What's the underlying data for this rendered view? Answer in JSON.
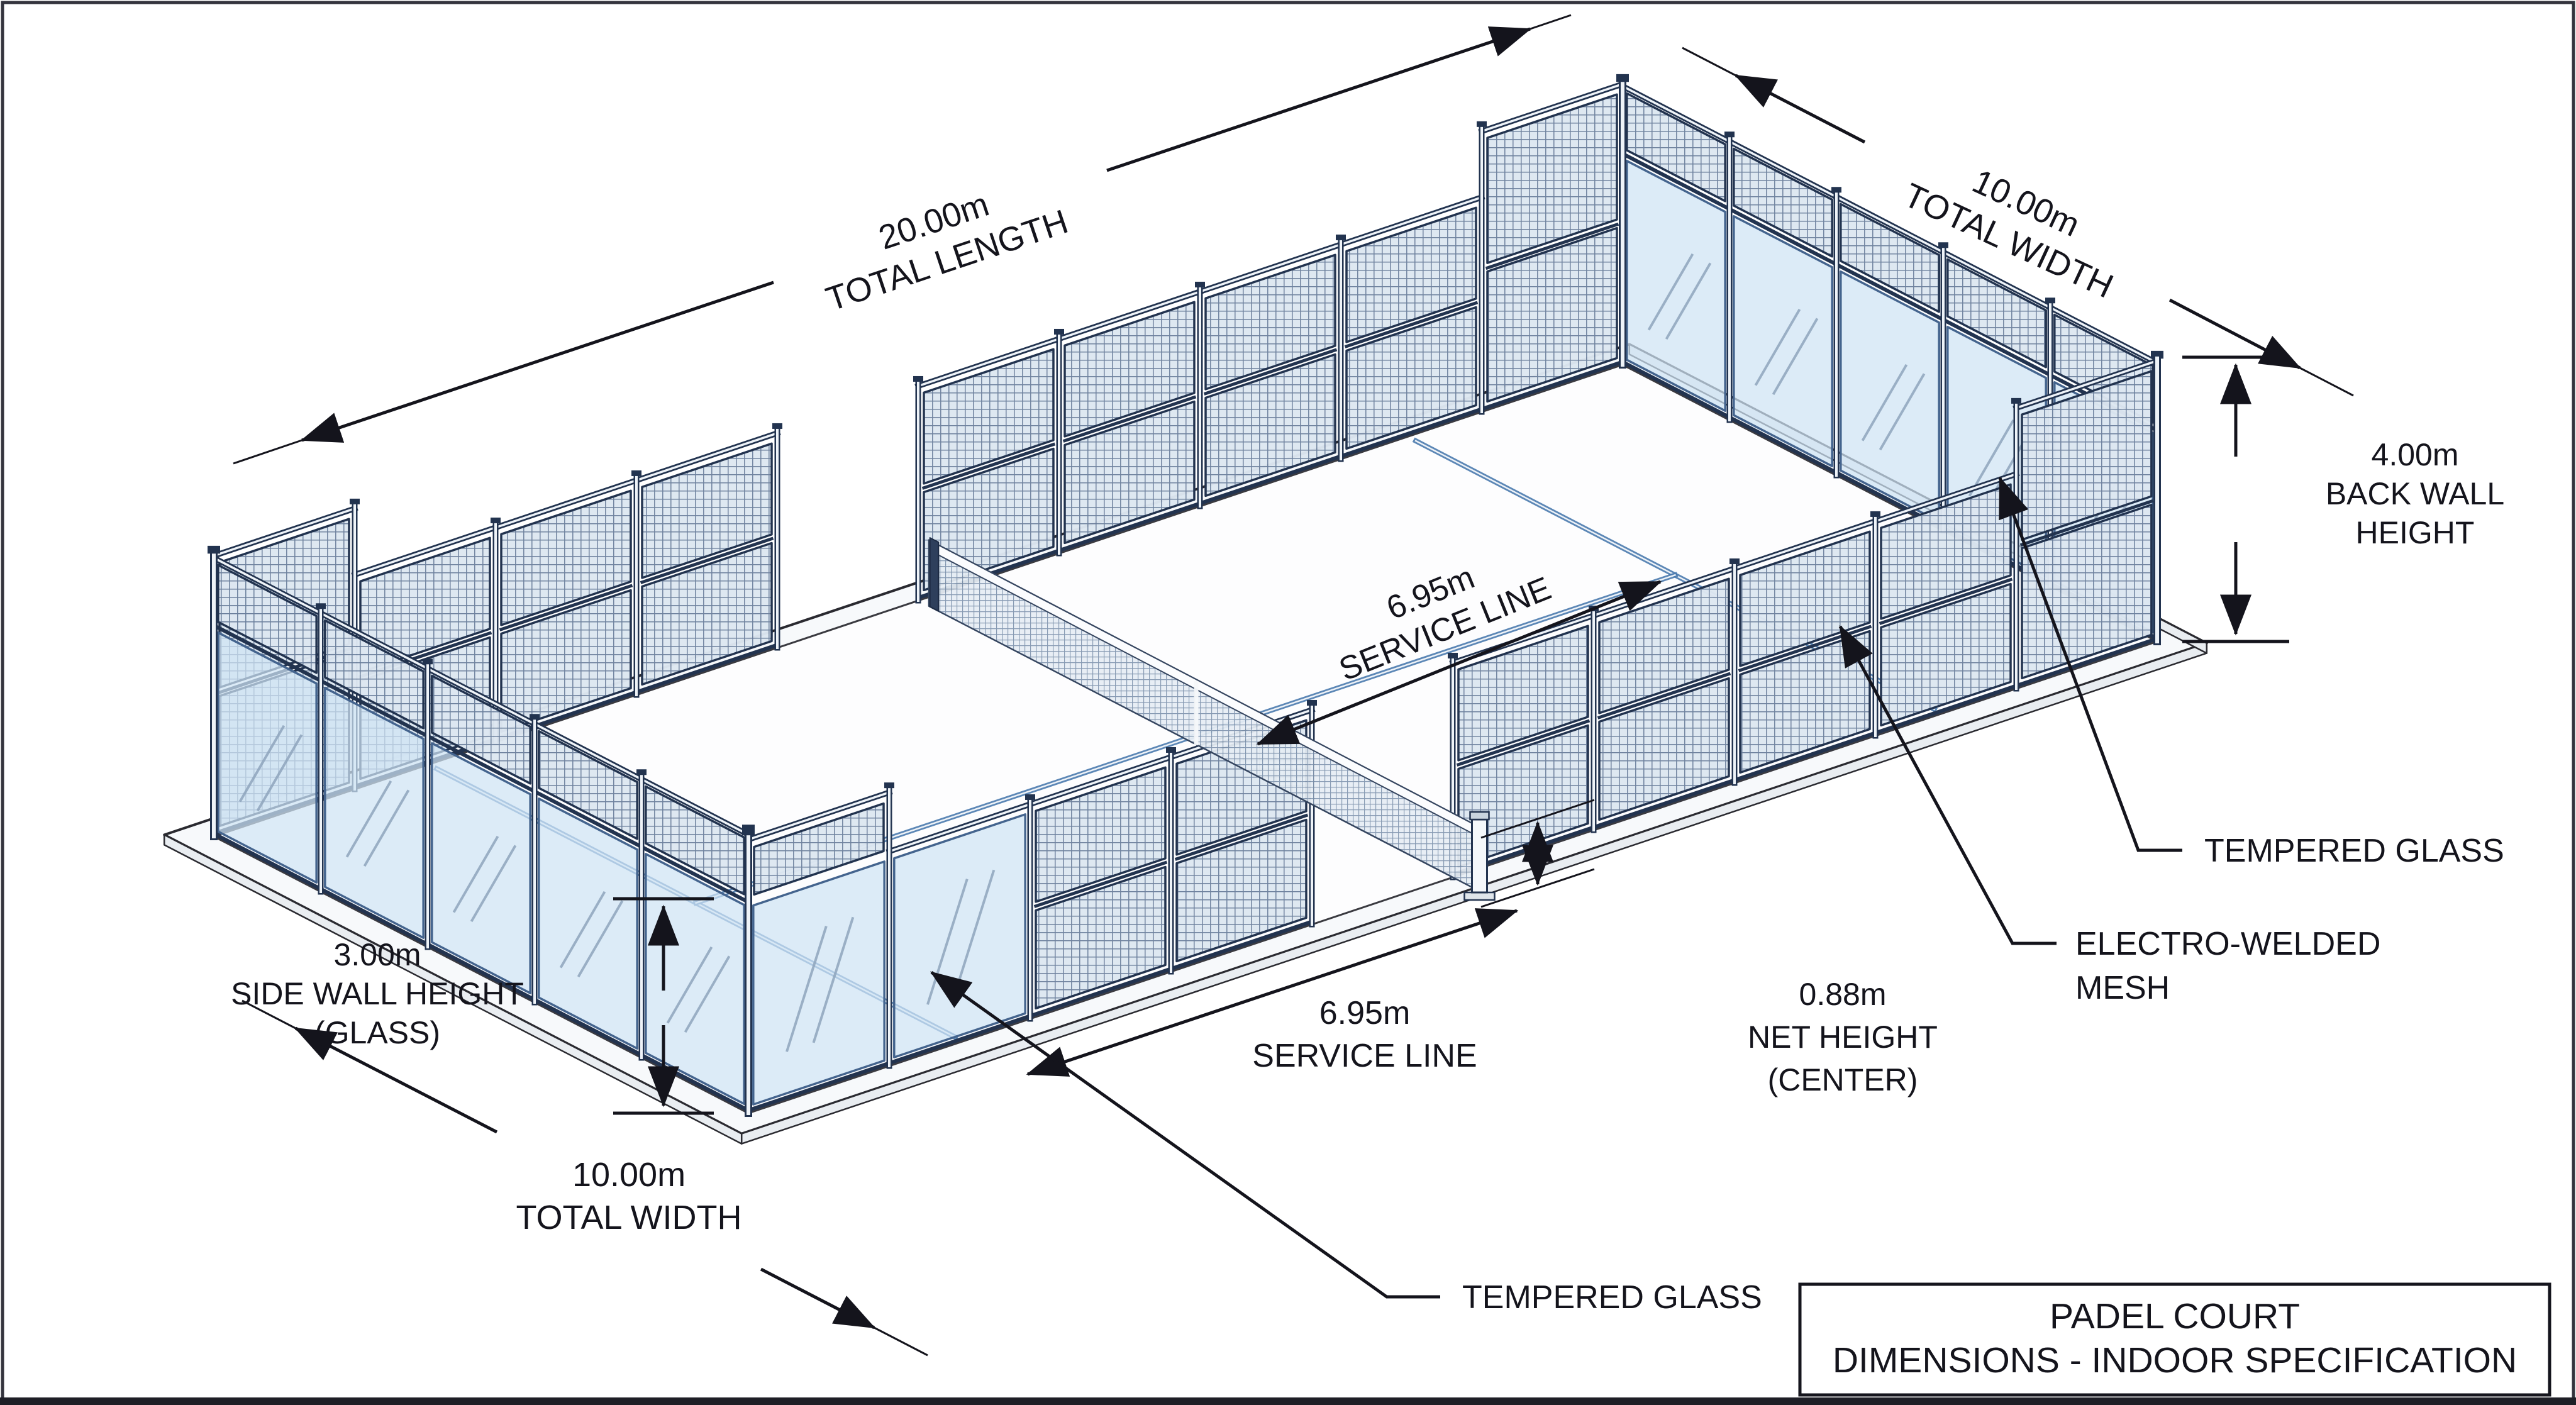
{
  "diagram": {
    "dims": {
      "total_length": {
        "value": "20.00m",
        "label": "TOTAL LENGTH"
      },
      "total_width_top": {
        "value": "10.00m",
        "label": "TOTAL WIDTH"
      },
      "total_width_bottom": {
        "value": "10.00m",
        "label": "TOTAL WIDTH"
      },
      "back_wall_height": {
        "value": "4.00m",
        "label1": "BACK WALL",
        "label2": "HEIGHT"
      },
      "side_wall_height": {
        "value": "3.00m",
        "label1": "SIDE WALL HEIGHT",
        "label2": "(GLASS)"
      },
      "service_line_court": {
        "value": "6.95m",
        "label": "SERVICE LINE"
      },
      "service_line_front": {
        "value": "6.95m",
        "label": "SERVICE LINE"
      },
      "net_height": {
        "value": "0.88m",
        "label1": "NET HEIGHT",
        "label2": "(CENTER)"
      }
    },
    "labels": {
      "tempered_glass_back": "TEMPERED GLASS",
      "tempered_glass_front": "TEMPERED GLASS",
      "mesh_line1": "ELECTRO-WELDED",
      "mesh_line2": "MESH"
    },
    "title_block": {
      "line1": "PADEL COURT",
      "line2": "DIMENSIONS - INDOOR SPECIFICATION"
    },
    "colors": {
      "glass": "#cfe3f4",
      "glass_edge": "#44648e",
      "mesh_bg": "#dde7f1",
      "mesh_line": "#6b7f9c",
      "frame": "#22334f",
      "frame_light": "#eef3f8",
      "ink": "#14141c",
      "marking": "#4a7aae",
      "floor": "#fdfdfe",
      "plinth": "#f7f9fb"
    }
  }
}
